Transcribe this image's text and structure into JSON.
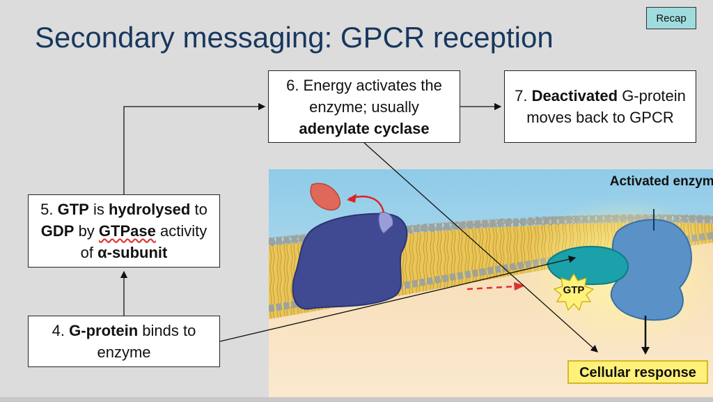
{
  "slide": {
    "title": "Secondary messaging: GPCR reception",
    "recap_button": "Recap"
  },
  "steps": {
    "step4": {
      "parts": [
        {
          "t": "4. ",
          "b": false
        },
        {
          "t": "G-protein",
          "b": true
        },
        {
          "t": " binds to enzyme",
          "b": false
        }
      ]
    },
    "step5": {
      "parts": [
        {
          "t": "5. ",
          "b": false
        },
        {
          "t": "GTP",
          "b": true
        },
        {
          "t": " is ",
          "b": false
        },
        {
          "t": "hydrolysed",
          "b": true
        },
        {
          "t": " to ",
          "b": false
        },
        {
          "t": "GDP",
          "b": true
        },
        {
          "t": " by ",
          "b": false
        },
        {
          "t": "GTPase",
          "b": true,
          "wavy": true
        },
        {
          "t": " activity of ",
          "b": false
        },
        {
          "t": "α-subunit",
          "b": true
        }
      ]
    },
    "step6": {
      "parts": [
        {
          "t": "6. Energy activates the enzyme; usually ",
          "b": false
        },
        {
          "t": "adenylate cyclase",
          "b": true
        }
      ]
    },
    "step7": {
      "parts": [
        {
          "t": "7. ",
          "b": false
        },
        {
          "t": "Deactivated",
          "b": true
        },
        {
          "t": " G-protein moves back to GPCR",
          "b": false
        }
      ]
    }
  },
  "figure": {
    "activated_enzyme_label": "Activated enzyme",
    "gtp_label": "GTP",
    "cellular_response_label": "Cellular response"
  },
  "colors": {
    "title": "#17375e",
    "recap_fill": "#9fdcde",
    "receptor": "#3f4a93",
    "enzyme": "#4a86c0",
    "gprotein": "#1aa1a9",
    "membrane": "#e9c65b",
    "response_box": "#fff07a"
  }
}
